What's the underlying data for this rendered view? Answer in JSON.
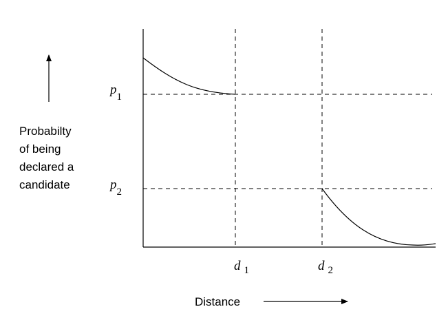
{
  "diagram": {
    "ylabel_lines": [
      "Probabilty",
      "of being",
      "declared a",
      "candidate"
    ],
    "xlabel": "Distance",
    "p1": {
      "main": "p",
      "sub": "1"
    },
    "p2": {
      "main": "p",
      "sub": "2"
    },
    "d1": {
      "main": "d",
      "sub": "1"
    },
    "d2": {
      "main": "d",
      "sub": "2"
    }
  }
}
